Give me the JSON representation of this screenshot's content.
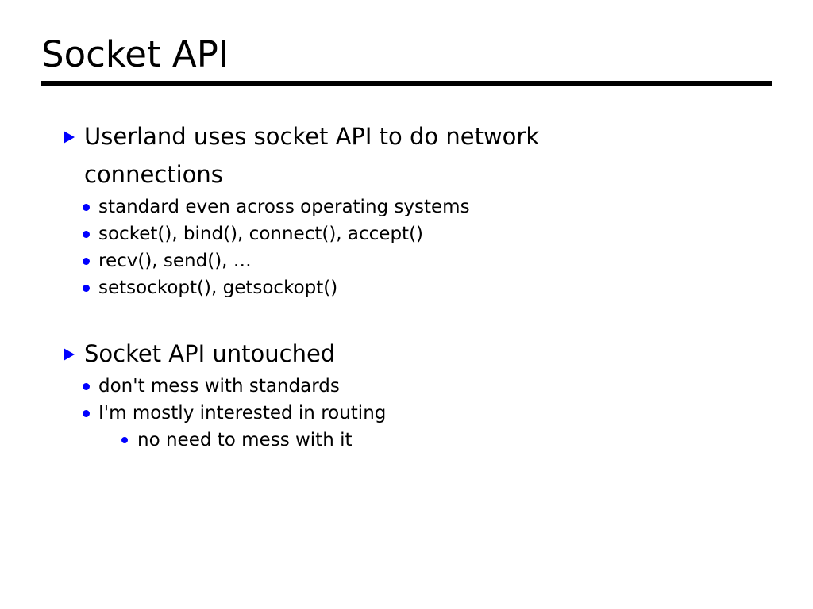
{
  "slide": {
    "title": "Socket API",
    "accent_color": "#0000ff",
    "text_color": "#000000",
    "background_color": "#ffffff",
    "rule_color": "#000000",
    "sections": [
      {
        "heading": "Userland uses socket API to do network connections",
        "marker": "triangle-right-icon",
        "sub_items": [
          {
            "text": "standard even across operating systems",
            "marker": "bullet-dot-icon"
          },
          {
            "text": "socket(), bind(), connect(), accept()",
            "marker": "bullet-dot-icon"
          },
          {
            "text": "recv(), send(), …",
            "marker": "bullet-dot-icon"
          },
          {
            "text": "setsockopt(), getsockopt()",
            "marker": "bullet-dot-icon"
          }
        ]
      },
      {
        "heading": "Socket API untouched",
        "marker": "triangle-right-icon",
        "sub_items": [
          {
            "text": "don't mess with standards",
            "marker": "bullet-dot-icon"
          },
          {
            "text": "I'm mostly interested in routing",
            "marker": "bullet-dot-icon"
          }
        ],
        "sub_sub_items": [
          {
            "text": "no need to mess with it",
            "marker": "bullet-dot-icon"
          }
        ]
      }
    ]
  }
}
